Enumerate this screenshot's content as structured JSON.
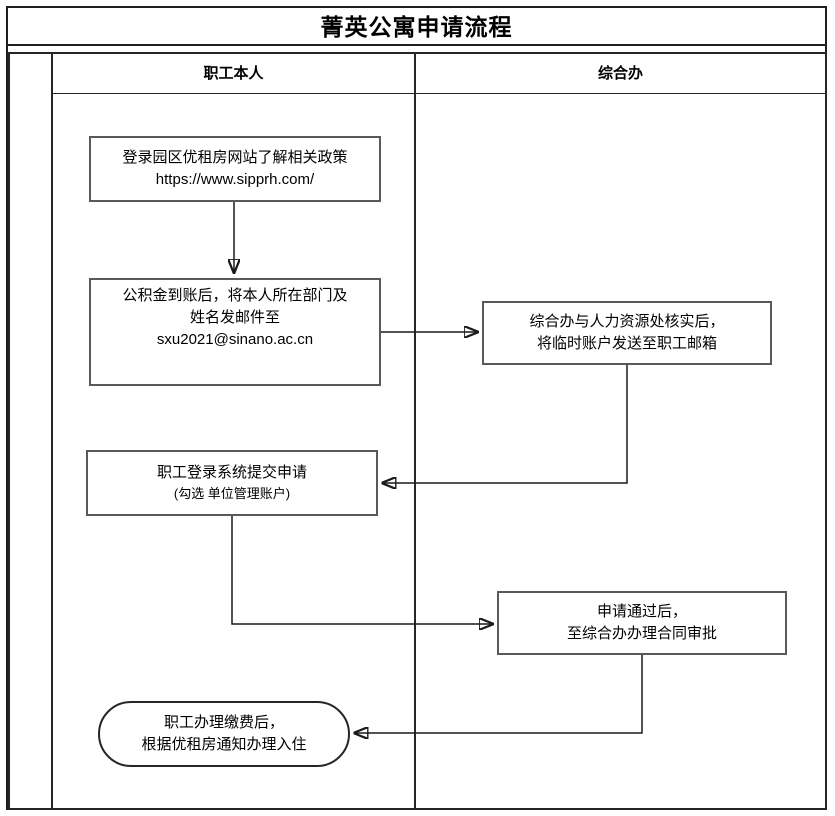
{
  "title": "菁英公寓申请流程",
  "lanes": [
    {
      "label": "职工本人"
    },
    {
      "label": "综合办"
    }
  ],
  "steps": [
    {
      "id": "visit-website",
      "lane": "职工本人",
      "shape": "process",
      "lines": [
        "登录园区优租房网站了解相关政策",
        "https://www.sipprh.com/"
      ]
    },
    {
      "id": "send-email",
      "lane": "职工本人",
      "shape": "process",
      "lines": [
        "公积金到账后，将本人所在部门及",
        "姓名发邮件至",
        "sxu2021@sinano.ac.cn"
      ]
    },
    {
      "id": "verify-account",
      "lane": "综合办",
      "shape": "process",
      "lines": [
        "综合办与人力资源处核实后，",
        "将临时账户发送至职工邮箱"
      ]
    },
    {
      "id": "submit-apply",
      "lane": "职工本人",
      "shape": "process",
      "lines": [
        "职工登录系统提交申请",
        "(勾选 单位管理账户)"
      ]
    },
    {
      "id": "contract-approve",
      "lane": "综合办",
      "shape": "process",
      "lines": [
        "申请通过后，",
        "至综合办办理合同审批"
      ]
    },
    {
      "id": "check-in",
      "lane": "职工本人",
      "shape": "terminator",
      "lines": [
        "职工办理缴费后，",
        "根据优租房通知办理入住"
      ]
    }
  ],
  "colors": {
    "background": "#ffffff",
    "table_border": "#262626",
    "box_border": "#595959",
    "terminator_border": "#262626",
    "arrow": "#1a1a1a",
    "text": "#000000"
  }
}
